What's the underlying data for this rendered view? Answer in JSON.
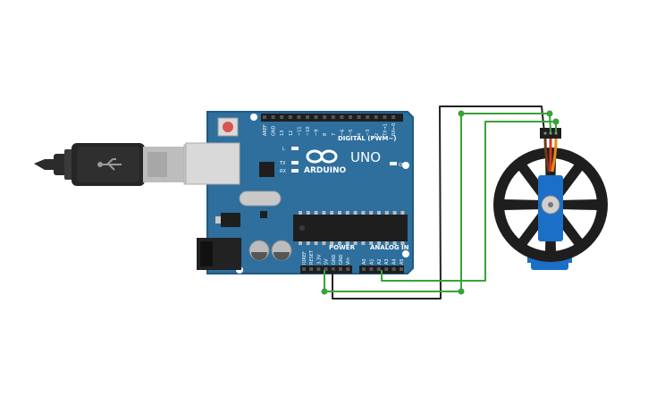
{
  "board": {
    "model": "UNO",
    "brand": "ARDUINO",
    "digital_header_label": "DIGITAL (PWM~)",
    "power_header_label": "POWER",
    "analog_header_label": "ANALOG IN",
    "on_label": "ON",
    "led_l": "L",
    "led_tx": "TX",
    "led_rx": "RX",
    "digital_pins": [
      "AREF",
      "GND",
      "13",
      "12",
      "~11",
      "~10",
      "~9",
      "8",
      "7",
      "~6",
      "~5",
      "4",
      "~3",
      "2",
      "TX→1",
      "RX←0"
    ],
    "power_pins": [
      "IOREF",
      "RESET",
      "3.3V",
      "5V",
      "GND",
      "GND",
      "Vin"
    ],
    "analog_pins": [
      "A0",
      "A1",
      "A2",
      "A3",
      "A4",
      "A5"
    ]
  },
  "colors": {
    "board": "#2e6f9e",
    "board_edge": "#1f5a84",
    "header": "#1e1e1e",
    "wire_green": "#3aa23a",
    "wire_black": "#222222",
    "servo_blue": "#1b6fc6",
    "usb_cable": "#2b2b2b"
  }
}
